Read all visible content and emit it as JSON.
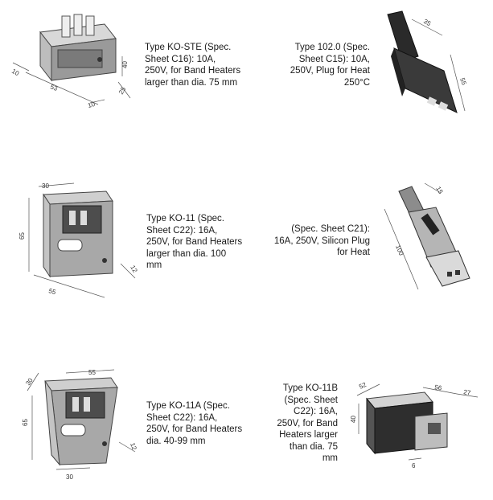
{
  "products": [
    {
      "description": "Type KO-STE (Spec.\nSheet C16): 10A,\n250V, for Band Heaters\nlarger than dia. 75 mm",
      "dims": {
        "a": "10",
        "b": "53",
        "c": "40",
        "d": "25",
        "e": "10"
      }
    },
    {
      "description": "Type 102.0 (Spec.\nSheet C15): 10A,\n250V, Plug for Heat\n250°C",
      "dims": {
        "a": "35",
        "b": "55"
      }
    },
    {
      "description": "Type KO-11 (Spec.\nSheet C22): 16A,\n250V, for Band Heaters\nlarger than dia. 100\nmm",
      "dims": {
        "a": "30",
        "b": "65",
        "c": "55",
        "d": "12"
      }
    },
    {
      "description": "(Spec. Sheet C21):\n16A, 250V, Silicon Plug\nfor Heat",
      "dims": {
        "a": "15",
        "b": "100"
      }
    },
    {
      "description": "Type KO-11A (Spec.\nSheet C22): 16A,\n250V, for Band Heaters\ndia. 40-99 mm",
      "dims": {
        "a": "30",
        "b": "55",
        "c": "65",
        "d": "12",
        "e": "30"
      }
    },
    {
      "description": "Type KO-11B\n(Spec. Sheet\nC22): 16A,\n250V, for Band\nHeaters larger\nthan dia. 75\nmm",
      "dims": {
        "a": "52",
        "b": "56",
        "c": "27",
        "d": "40",
        "e": "6"
      }
    }
  ]
}
